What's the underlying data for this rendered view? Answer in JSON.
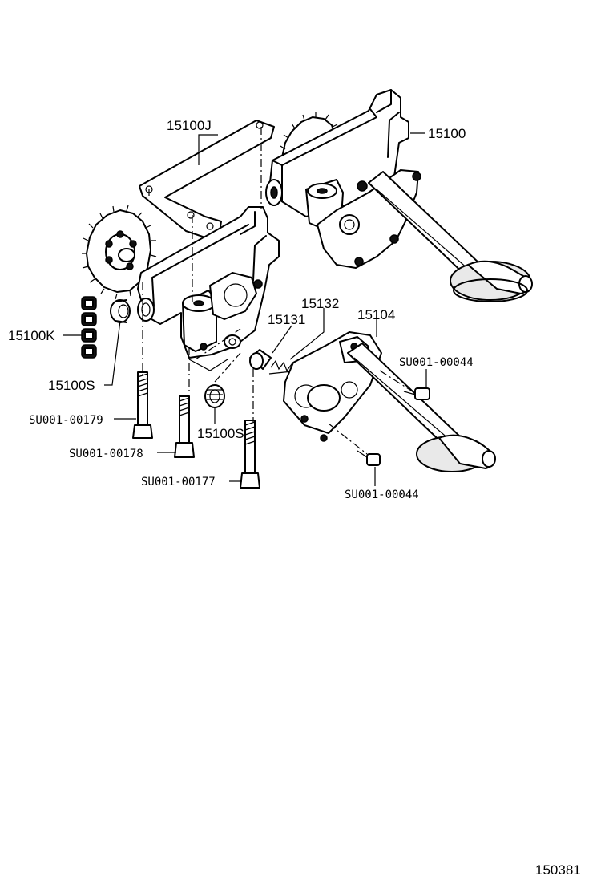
{
  "diagram": {
    "labels": {
      "part_15100": "15100",
      "part_15100J": "15100J",
      "part_15100K": "15100K",
      "part_15100S_a": "15100S",
      "part_15100S_b": "15100S",
      "part_15131": "15131",
      "part_15132": "15132",
      "part_15104": "15104",
      "bolt_179": "SU001-00179",
      "bolt_178": "SU001-00178",
      "bolt_177": "SU001-00177",
      "bolt_44_a": "SU001-00044",
      "bolt_44_b": "SU001-00044"
    },
    "figure_number": "150381"
  }
}
